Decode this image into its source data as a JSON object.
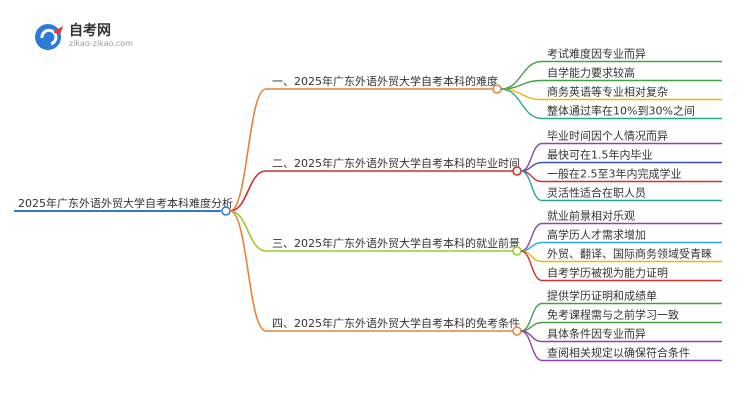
{
  "logo": {
    "title": "自考网",
    "url": "zikao-zikao.com"
  },
  "root": {
    "label": "2025年广东外语外贸大学自考本科难度分析",
    "color": "#2b7bd6"
  },
  "branches": [
    {
      "label": "一、2025年广东外语外贸大学自考本科的难度",
      "color": "#e8833a",
      "children": [
        {
          "label": "考试难度因专业而异",
          "color": "#43a047"
        },
        {
          "label": "自学能力要求较高",
          "color": "#43a047"
        },
        {
          "label": "商务英语等专业相对复杂",
          "color": "#f4b400"
        },
        {
          "label": "整体通过率在10%到30%之间",
          "color": "#26a69a"
        }
      ]
    },
    {
      "label": "二、2025年广东外语外贸大学自考本科的毕业时间",
      "color": "#d32f2f",
      "children": [
        {
          "label": "毕业时间因个人情况而异",
          "color": "#8e44ad"
        },
        {
          "label": "最快可在1.5年内毕业",
          "color": "#3f51b5"
        },
        {
          "label": "一般在2.5至3年内完成学业",
          "color": "#d32f2f"
        },
        {
          "label": "灵活性适合在职人员",
          "color": "#26a69a"
        }
      ]
    },
    {
      "label": "三、2025年广东外语外贸大学自考本科的就业前景",
      "color": "#9ccc2e",
      "children": [
        {
          "label": "就业前景相对乐观",
          "color": "#8e44ad"
        },
        {
          "label": "高学历人才需求增加",
          "color": "#29a8e0"
        },
        {
          "label": "外贸、翻译、国际商务领域受青睐",
          "color": "#f4b400"
        },
        {
          "label": "自考学历被视为能力证明",
          "color": "#d32f2f"
        }
      ]
    },
    {
      "label": "四、2025年广东外语外贸大学自考本科的免考条件",
      "color": "#e8833a",
      "children": [
        {
          "label": "提供学历证明和成绩单",
          "color": "#43a047"
        },
        {
          "label": "免考课程需与之前学习一致",
          "color": "#43a047"
        },
        {
          "label": "具体条件因专业而异",
          "color": "#8e44ad"
        },
        {
          "label": "查阅相关规定以确保符合条件",
          "color": "#8e44ad"
        }
      ]
    }
  ]
}
